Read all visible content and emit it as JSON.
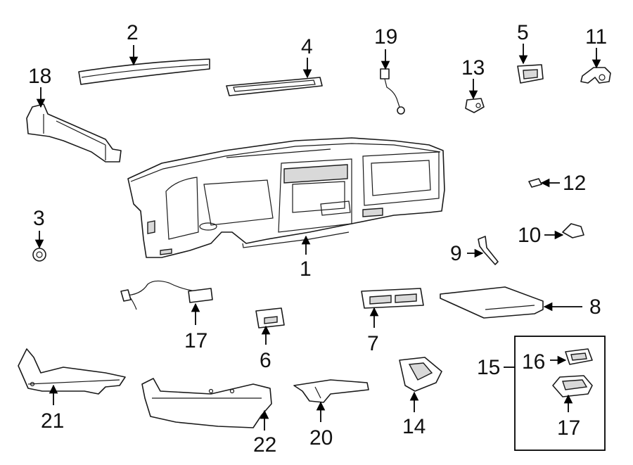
{
  "diagram": {
    "background": "#ffffff",
    "line_color": "#1a1a1a",
    "callouts": [
      {
        "id": "c1",
        "label": "1"
      },
      {
        "id": "c2",
        "label": "2"
      },
      {
        "id": "c3",
        "label": "3"
      },
      {
        "id": "c4",
        "label": "4"
      },
      {
        "id": "c5",
        "label": "5"
      },
      {
        "id": "c6",
        "label": "6"
      },
      {
        "id": "c7",
        "label": "7"
      },
      {
        "id": "c8",
        "label": "8"
      },
      {
        "id": "c9",
        "label": "9"
      },
      {
        "id": "c10",
        "label": "10"
      },
      {
        "id": "c11",
        "label": "11"
      },
      {
        "id": "c12",
        "label": "12"
      },
      {
        "id": "c13",
        "label": "13"
      },
      {
        "id": "c14",
        "label": "14"
      },
      {
        "id": "c15",
        "label": "15"
      },
      {
        "id": "c16",
        "label": "16"
      },
      {
        "id": "c17a",
        "label": "17"
      },
      {
        "id": "c17b",
        "label": "17"
      },
      {
        "id": "c18",
        "label": "18"
      },
      {
        "id": "c19",
        "label": "19"
      },
      {
        "id": "c20",
        "label": "20"
      },
      {
        "id": "c21",
        "label": "21"
      },
      {
        "id": "c22",
        "label": "22"
      }
    ]
  }
}
